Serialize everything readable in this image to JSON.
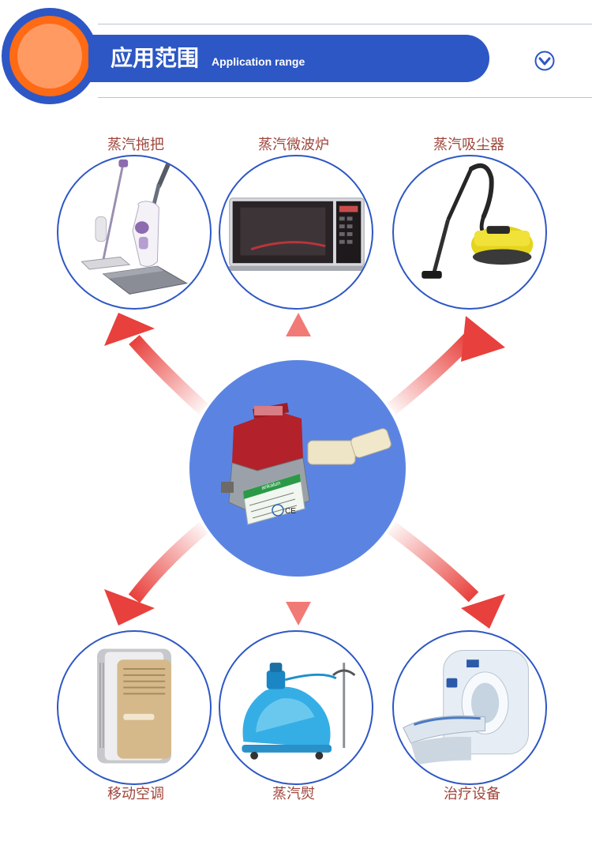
{
  "header": {
    "title_cn": "应用范围",
    "title_en": "Application range",
    "chevron_icon": "chevron-down-circle-icon"
  },
  "applications": [
    {
      "label": "蒸汽拖把",
      "icon": "steam-mop-icon"
    },
    {
      "label": "蒸汽微波炉",
      "icon": "steam-microwave-icon"
    },
    {
      "label": "蒸汽吸尘器",
      "icon": "steam-vacuum-icon"
    },
    {
      "label": "移动空调",
      "icon": "portable-ac-icon"
    },
    {
      "label": "蒸汽熨",
      "icon": "garment-steamer-icon"
    },
    {
      "label": "治疗设备",
      "icon": "medical-scanner-icon"
    }
  ],
  "pump": {
    "brand_text": "ankalun",
    "icon": "solenoid-pump-icon"
  },
  "colors": {
    "brand_blue": "#2d57c4",
    "center_blue": "#5b84e2",
    "arrow_red": "#e8403c",
    "label_red": "#a0463c",
    "accent_orange": "#ff6a14"
  }
}
